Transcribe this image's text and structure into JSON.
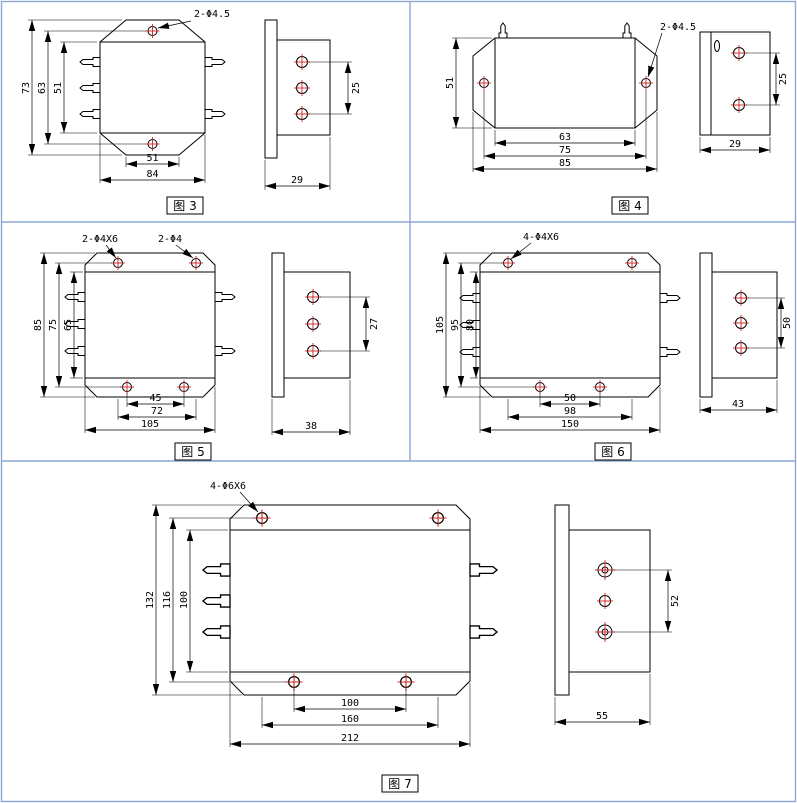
{
  "sheet": {
    "background": "#ffffff",
    "grid_color": "#8aa7d6",
    "line_color": "#000000",
    "center_mark_color": "#cc2222"
  },
  "figures": [
    {
      "label": "图 3",
      "annotation": "2-Φ4.5",
      "dims": {
        "v1": "73",
        "v2": "63",
        "v3": "51",
        "h1": "51",
        "h2": "84"
      },
      "side": {
        "pitch": "25",
        "depth": "29"
      }
    },
    {
      "label": "图 4",
      "annotation": "2-Φ4.5",
      "dims": {
        "v1": "51",
        "h1": "63",
        "h2": "75",
        "h3": "85"
      },
      "side": {
        "pitch": "25",
        "depth": "29"
      }
    },
    {
      "label": "图 5",
      "annotation_left": "2-Φ4X6",
      "annotation_right": "2-Φ4",
      "dims": {
        "v1": "85",
        "v2": "75",
        "v3": "65",
        "h1": "45",
        "h2": "72",
        "h3": "105"
      },
      "side": {
        "pitch": "27",
        "depth": "38"
      }
    },
    {
      "label": "图 6",
      "annotation": "4-Φ4X6",
      "dims": {
        "v1": "105",
        "v2": "95",
        "v3": "80",
        "h1": "50",
        "h2": "98",
        "h3": "150"
      },
      "side": {
        "pitch": "50",
        "depth": "43"
      }
    },
    {
      "label": "图 7",
      "annotation": "4-Φ6X6",
      "dims": {
        "v1": "132",
        "v2": "116",
        "v3": "100",
        "h1": "100",
        "h2": "160",
        "h3": "212"
      },
      "side": {
        "pitch": "52",
        "depth": "55"
      }
    }
  ]
}
